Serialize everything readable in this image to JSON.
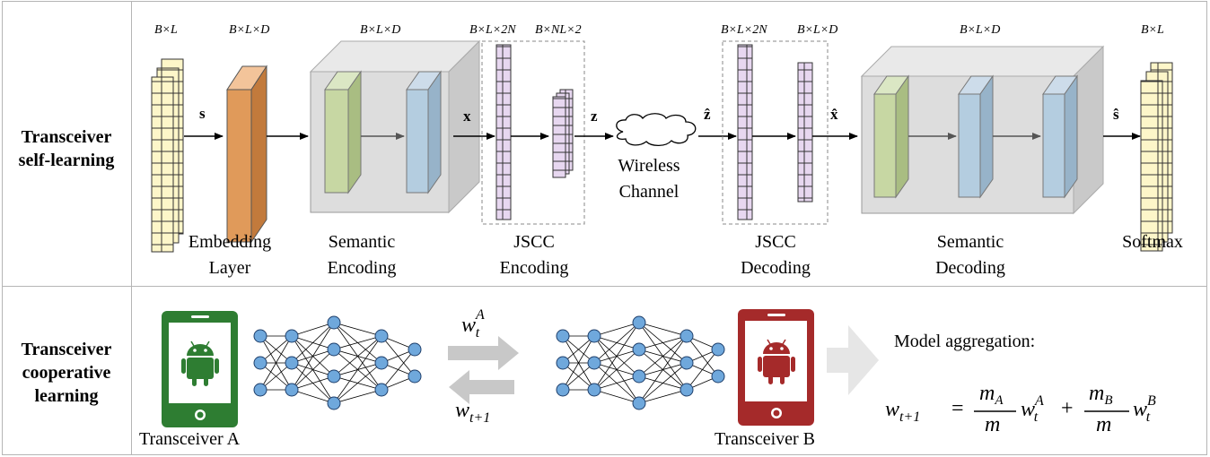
{
  "rows": {
    "top": {
      "label_line1": "Transceiver",
      "label_line2": "self-learning"
    },
    "bottom": {
      "label_line1": "Transceiver",
      "label_line2": "cooperative",
      "label_line3": "learning"
    }
  },
  "dims": {
    "input": "B×L",
    "embedding": "B×L×D",
    "semantic_enc": "B×L×D",
    "jscc_enc_out1": "B×L×2N",
    "jscc_enc_out2": "B×NL×2",
    "jscc_dec_in": "B×L×2N",
    "jscc_dec_out": "B×L×D",
    "semantic_dec": "B×L×D",
    "output": "B×L"
  },
  "symbols": {
    "s": "s",
    "x": "x",
    "z": "z",
    "z_hat": "ẑ",
    "x_hat": "x̂",
    "s_hat": "ŝ"
  },
  "captions": {
    "embedding": [
      "Embedding",
      "Layer"
    ],
    "semantic_enc": [
      "Semantic",
      "Encoding"
    ],
    "jscc_enc": [
      "JSCC",
      "Encoding"
    ],
    "channel": [
      "Wireless",
      "Channel"
    ],
    "jscc_dec": [
      "JSCC",
      "Decoding"
    ],
    "semantic_dec": [
      "Semantic",
      "Decoding"
    ],
    "softmax": "Softmax"
  },
  "cooperative": {
    "device_a_label": "Transceiver A",
    "device_b_label": "Transceiver B",
    "arrow_top": {
      "base": "w",
      "sub": "t",
      "sup": "A"
    },
    "arrow_bottom": {
      "base": "w",
      "sub": "t+1"
    },
    "aggregation_title": "Model aggregation:",
    "formula": {
      "lhs_base": "w",
      "lhs_sub": "t+1",
      "frac1_num": "m",
      "frac1_num_sub": "A",
      "frac1_den": "m",
      "term1_base": "w",
      "term1_sub": "t",
      "term1_sup": "A",
      "frac2_num": "m",
      "frac2_num_sub": "B",
      "frac2_den": "m",
      "term2_base": "w",
      "term2_sub": "t",
      "term2_sup": "B"
    }
  },
  "colors": {
    "token": "#fdf6c9",
    "embedding": "#e09a5a",
    "green_layer": "#c7d7a3",
    "blue_layer": "#b4cde0",
    "jscc_bar": "#e7d7f0",
    "device_a": "#2e7d32",
    "device_b": "#a52a2a",
    "nn_node": "#6fa8dc"
  }
}
